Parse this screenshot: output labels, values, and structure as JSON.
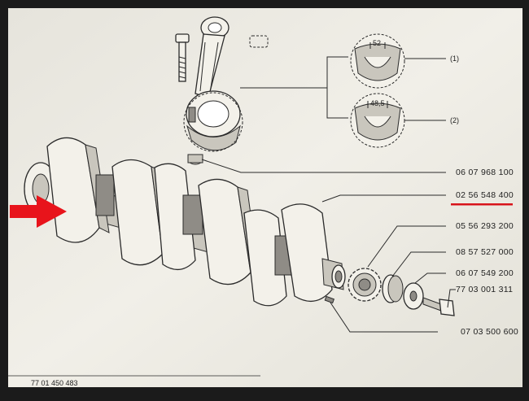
{
  "parts": [
    {
      "id": "p1",
      "number": "06 07 968 100"
    },
    {
      "id": "p2",
      "number": "02 56 548 400"
    },
    {
      "id": "p3",
      "number": "05 56 293 200"
    },
    {
      "id": "p4",
      "number": "08 57 527 000"
    },
    {
      "id": "p5",
      "number": "06 07 549 200"
    },
    {
      "id": "p6",
      "number": "77 03 001 311"
    },
    {
      "id": "p7",
      "number": "07 03 500 600"
    }
  ],
  "detail_views": [
    {
      "label": "(1)",
      "dimension": "52"
    },
    {
      "label": "(2)",
      "dimension": "48,5"
    }
  ],
  "footer_ref": "77 01 450 483",
  "colors": {
    "highlight": "#e8141b",
    "underline": "#d8141b",
    "paper": "#eeece4",
    "ink": "#1e1e1e"
  },
  "icons": {
    "pointer": "red-arrow-icon"
  }
}
